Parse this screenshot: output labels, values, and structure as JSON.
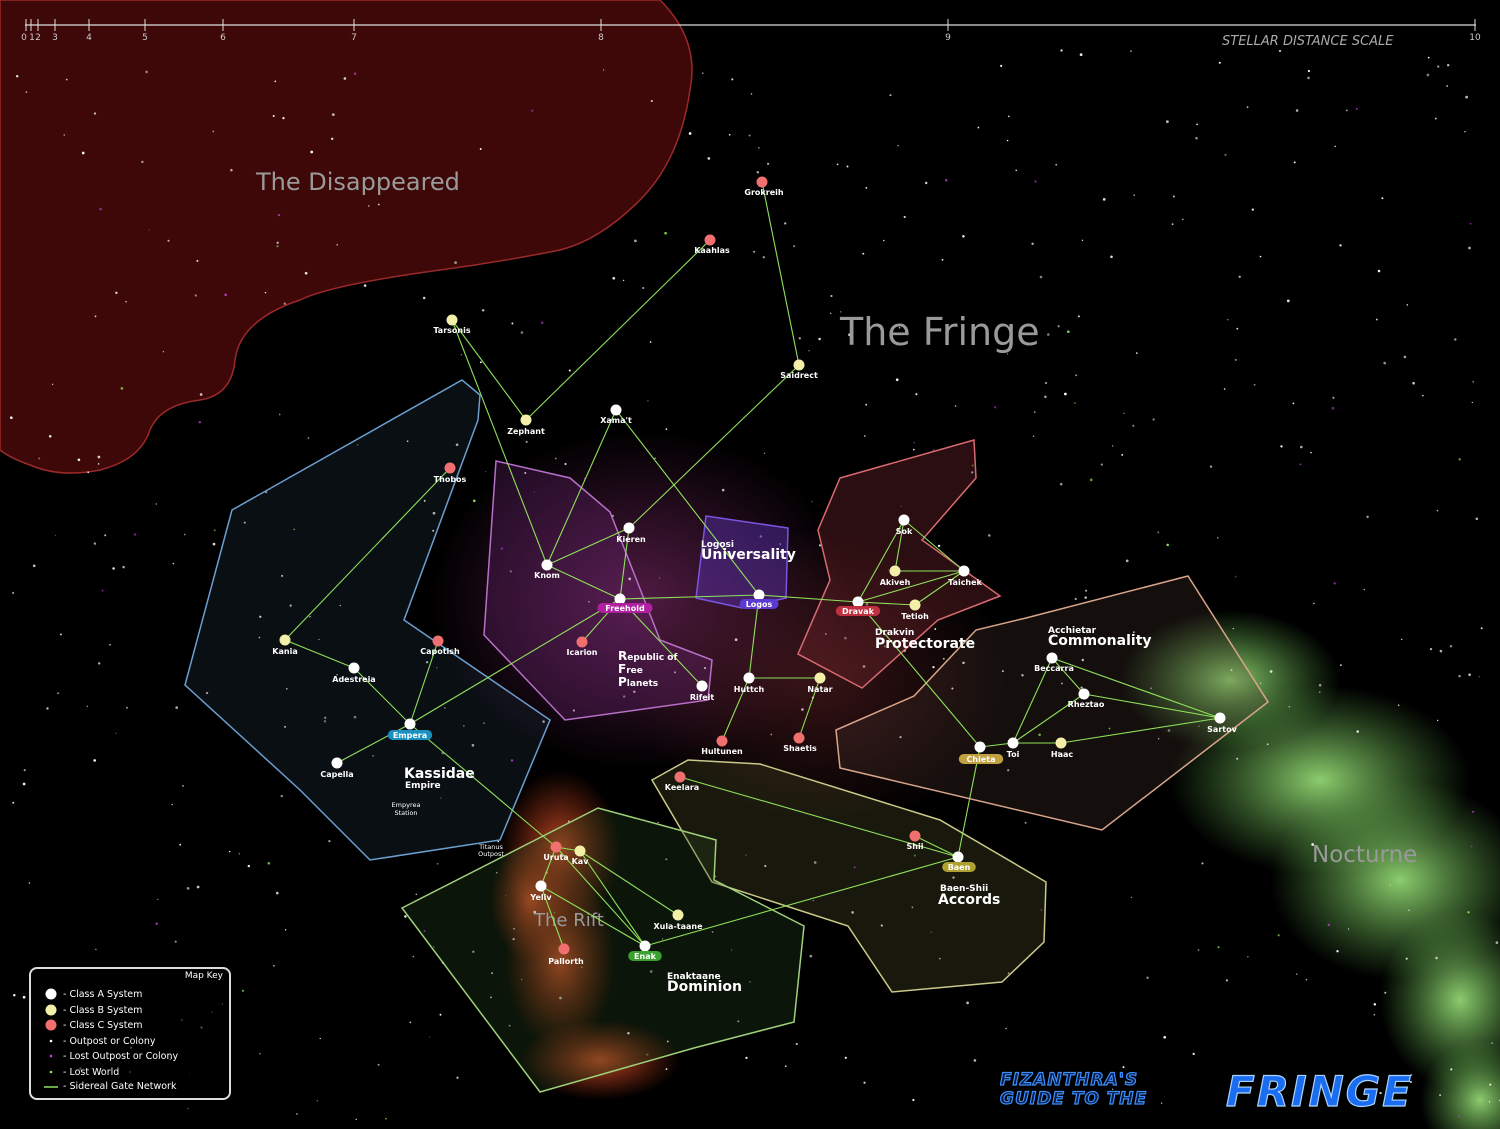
{
  "scale": {
    "title": "STELLAR DISTANCE SCALE",
    "ticks": [
      "0",
      "1",
      "2",
      "3",
      "4",
      "5",
      "6",
      "7",
      "8",
      "9",
      "10"
    ]
  },
  "regions": {
    "disappeared": "The Disappeared",
    "fringe": "The Fringe",
    "nocturne": "Nocturne",
    "rift": "The Rift"
  },
  "factions": {
    "kassidae": {
      "line1": "Kassidae",
      "line2": "Empire"
    },
    "republic": {
      "line1": "R",
      "line1b": "epublic of",
      "line2": "F",
      "line2b": "ree",
      "line3": "P",
      "line3b": "lanets"
    },
    "logosi": {
      "line1": "Logosi",
      "line2": "Universality"
    },
    "drakvin": {
      "line1": "Drakvin",
      "line2": "Protectorate"
    },
    "acchietar": {
      "line1": "Acchietar",
      "line2": "Commonality"
    },
    "baenshii": {
      "line1": "Baen-Shii",
      "line2": "Accords"
    },
    "enaktaane": {
      "line1": "Enaktaane",
      "line2": "Dominion"
    }
  },
  "systems": {
    "grokreih": "Grokreih",
    "kaahlas": "Kaahlas",
    "tarsonis": "Tarsonis",
    "saidrect": "Saidrect",
    "zephant": "Zephant",
    "xamat": "Xama't",
    "thobos": "Thobos",
    "kieren": "Kieren",
    "knom": "Knom",
    "freehold": "Freehold",
    "logos": "Logos",
    "sok": "Sok",
    "akiveh": "Akiveh",
    "taichek": "Taichek",
    "dravak": "Dravak",
    "tetioh": "Tetioh",
    "kania": "Kania",
    "capotish": "Capotish",
    "icarion": "Icarion",
    "adestreia": "Adestreia",
    "rifeit": "Rifeit",
    "huttch": "Huttch",
    "natar": "Natar",
    "beccarra": "Beccarra",
    "rheztao": "Rheztao",
    "sartov": "Sartov",
    "empera": "Empera",
    "hultunen": "Hultunen",
    "shaetis": "Shaetis",
    "chieta": "Chieta",
    "toi": "Toi",
    "haac": "Haac",
    "capella": "Capella",
    "keelara": "Keelara",
    "empyrea": {
      "line1": "Empyrea",
      "line2": "Station"
    },
    "titanus": {
      "line1": "Titanus",
      "line2": "Outpost"
    },
    "shii": "Shii",
    "uruta": "Uruta",
    "kav": "Kav",
    "baen": "Baen",
    "yeliv": "Yeliv",
    "xulataane": "Xula-taane",
    "enak": "Enak",
    "pallorth": "Pallorth"
  },
  "map_key": {
    "title": "Map Key",
    "class_a": "- Class A System",
    "class_b": "- Class B System",
    "class_c": "- Class C System",
    "outpost": "- Outpost or Colony",
    "lost_outpost": "- Lost Outpost or Colony",
    "lost_world": "- Lost World",
    "gate": "- Sidereal Gate Network"
  },
  "brand": {
    "line1": "FIZANTHRA'S",
    "line2": "GUIDE TO THE",
    "big": "FRINGE"
  },
  "colors": {
    "class_a": "#ffffff",
    "class_b": "#f3efa8",
    "class_c": "#f07070",
    "gate": "#8fe05a",
    "kassidae_border": "#6b9fd0",
    "republic_border": "#b86fc8",
    "logosi_border": "#7a55e0",
    "drakvin_border": "#d86a70",
    "acchietar_border": "#d9a58a",
    "baenshii_border": "#c9c98a",
    "enaktaane_border": "#9fd07a"
  }
}
